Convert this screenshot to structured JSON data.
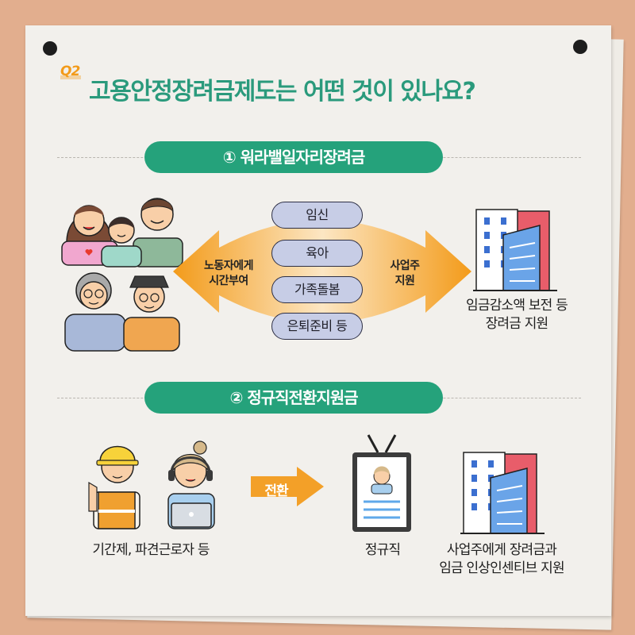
{
  "header": {
    "badge": "Q2",
    "title": "고용안정장려금제도는 어떤 것이 있나요?"
  },
  "section1": {
    "pill": "① 워라밸일자리장려금",
    "left_arrow_text": [
      "노동자에게",
      "시간부여"
    ],
    "right_arrow_text": [
      "사업주",
      "지원"
    ],
    "tags": [
      "임신",
      "육아",
      "가족돌봄",
      "은퇴준비 등"
    ],
    "result": [
      "임금감소액 보전 등",
      "장려금 지원"
    ]
  },
  "section2": {
    "pill": "② 정규직전환지원금",
    "workers_caption": "기간제, 파견근로자 등",
    "change_label": "전환",
    "regular_caption": "정규직",
    "result": [
      "사업주에게 장려금과",
      "임금 인상인센티브 지원"
    ]
  },
  "colors": {
    "accent_green": "#25a27b",
    "title_green": "#2a9a7c",
    "orange": "#f39b1a",
    "background": "#e2ae8e"
  }
}
